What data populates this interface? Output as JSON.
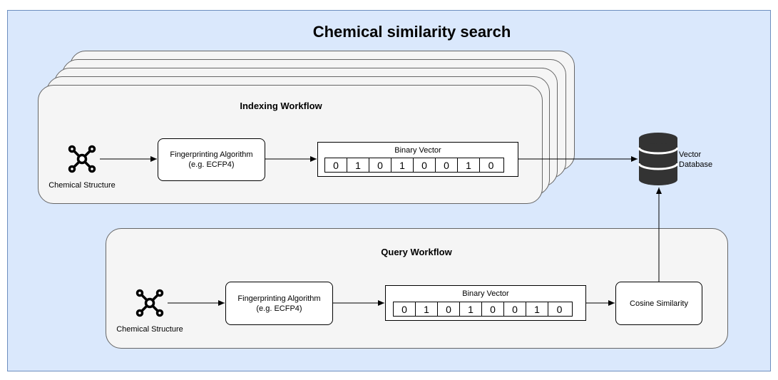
{
  "diagram": {
    "title": "Chemical similarity search",
    "indexing": {
      "title": "Indexing Workflow",
      "structure_label": "Chemical Structure",
      "algorithm_line1": "Fingerprinting Algorithm",
      "algorithm_line2": "(e.g. ECFP4)",
      "vector_label": "Binary Vector",
      "bits": [
        "0",
        "1",
        "0",
        "1",
        "0",
        "0",
        "1",
        "0"
      ]
    },
    "query": {
      "title": "Query Workflow",
      "structure_label": "Chemical Structure",
      "algorithm_line1": "Fingerprinting Algorithm",
      "algorithm_line2": "(e.g. ECFP4)",
      "vector_label": "Binary Vector",
      "bits": [
        "0",
        "1",
        "0",
        "1",
        "0",
        "0",
        "1",
        "0"
      ],
      "similarity_label": "Cosine Similarity"
    },
    "database": {
      "line1": "Vector",
      "line2": "Database"
    },
    "colors": {
      "background": "#dae8fc",
      "border": "#6c8ebf",
      "panel": "#f5f5f5",
      "database": "#333333"
    },
    "icons": [
      "molecule-icon",
      "database-icon"
    ]
  }
}
